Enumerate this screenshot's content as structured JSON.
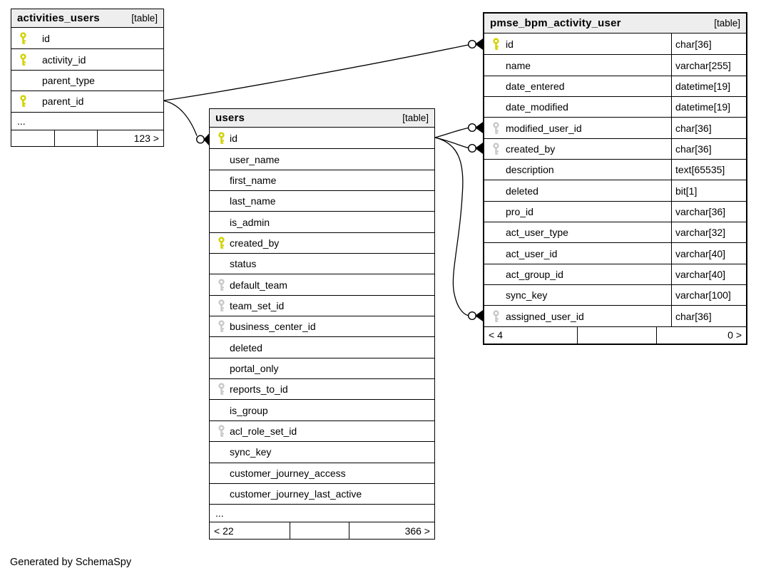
{
  "note": "Generated by SchemaSpy",
  "colors": {
    "primary_key_icon": "#d2d200",
    "indexed_key_icon": "#c9c9c9",
    "header_bg": "#eeeeee",
    "border": "#000000"
  },
  "tables": [
    {
      "id": "activities_users",
      "name": "activities_users",
      "badge": "[table]",
      "columns": [
        {
          "name": "id",
          "key": "pk",
          "type": ""
        },
        {
          "name": "activity_id",
          "key": "pk",
          "type": ""
        },
        {
          "name": "parent_type",
          "key": "",
          "type": ""
        },
        {
          "name": "parent_id",
          "key": "pk",
          "type": ""
        }
      ],
      "ellipsis": "...",
      "footer": {
        "left": "",
        "mid": "",
        "right": "123 >"
      }
    },
    {
      "id": "users",
      "name": "users",
      "badge": "[table]",
      "columns": [
        {
          "name": "id",
          "key": "pk",
          "type": ""
        },
        {
          "name": "user_name",
          "key": "",
          "type": ""
        },
        {
          "name": "first_name",
          "key": "",
          "type": ""
        },
        {
          "name": "last_name",
          "key": "",
          "type": ""
        },
        {
          "name": "is_admin",
          "key": "",
          "type": ""
        },
        {
          "name": "created_by",
          "key": "pk",
          "type": ""
        },
        {
          "name": "status",
          "key": "",
          "type": ""
        },
        {
          "name": "default_team",
          "key": "idx",
          "type": ""
        },
        {
          "name": "team_set_id",
          "key": "idx",
          "type": ""
        },
        {
          "name": "business_center_id",
          "key": "idx",
          "type": ""
        },
        {
          "name": "deleted",
          "key": "",
          "type": ""
        },
        {
          "name": "portal_only",
          "key": "",
          "type": ""
        },
        {
          "name": "reports_to_id",
          "key": "idx",
          "type": ""
        },
        {
          "name": "is_group",
          "key": "",
          "type": ""
        },
        {
          "name": "acl_role_set_id",
          "key": "idx",
          "type": ""
        },
        {
          "name": "sync_key",
          "key": "",
          "type": ""
        },
        {
          "name": "customer_journey_access",
          "key": "",
          "type": ""
        },
        {
          "name": "customer_journey_last_active",
          "key": "",
          "type": ""
        }
      ],
      "ellipsis": "...",
      "footer": {
        "left": "< 22",
        "mid": "",
        "right": "366 >"
      }
    },
    {
      "id": "pmse_bpm_activity_user",
      "name": "pmse_bpm_activity_user",
      "badge": "[table]",
      "columns": [
        {
          "name": "id",
          "key": "pk",
          "type": "char[36]"
        },
        {
          "name": "name",
          "key": "",
          "type": "varchar[255]"
        },
        {
          "name": "date_entered",
          "key": "",
          "type": "datetime[19]"
        },
        {
          "name": "date_modified",
          "key": "",
          "type": "datetime[19]"
        },
        {
          "name": "modified_user_id",
          "key": "idx",
          "type": "char[36]"
        },
        {
          "name": "created_by",
          "key": "idx",
          "type": "char[36]"
        },
        {
          "name": "description",
          "key": "",
          "type": "text[65535]"
        },
        {
          "name": "deleted",
          "key": "",
          "type": "bit[1]"
        },
        {
          "name": "pro_id",
          "key": "",
          "type": "varchar[36]"
        },
        {
          "name": "act_user_type",
          "key": "",
          "type": "varchar[32]"
        },
        {
          "name": "act_user_id",
          "key": "",
          "type": "varchar[40]"
        },
        {
          "name": "act_group_id",
          "key": "",
          "type": "varchar[40]"
        },
        {
          "name": "sync_key",
          "key": "",
          "type": "varchar[100]"
        },
        {
          "name": "assigned_user_id",
          "key": "idx",
          "type": "char[36]"
        }
      ],
      "ellipsis": null,
      "footer": {
        "left": "< 4",
        "mid": "",
        "right": "0 >"
      }
    }
  ],
  "relationships": [
    {
      "from": "activities_users.parent_id",
      "to": "pmse_bpm_activity_user.id"
    },
    {
      "from": "activities_users.parent_id",
      "to": "users.id"
    },
    {
      "from": "users.id",
      "to": "pmse_bpm_activity_user.modified_user_id"
    },
    {
      "from": "users.id",
      "to": "pmse_bpm_activity_user.created_by"
    },
    {
      "from": "users.id",
      "to": "pmse_bpm_activity_user.assigned_user_id"
    }
  ]
}
